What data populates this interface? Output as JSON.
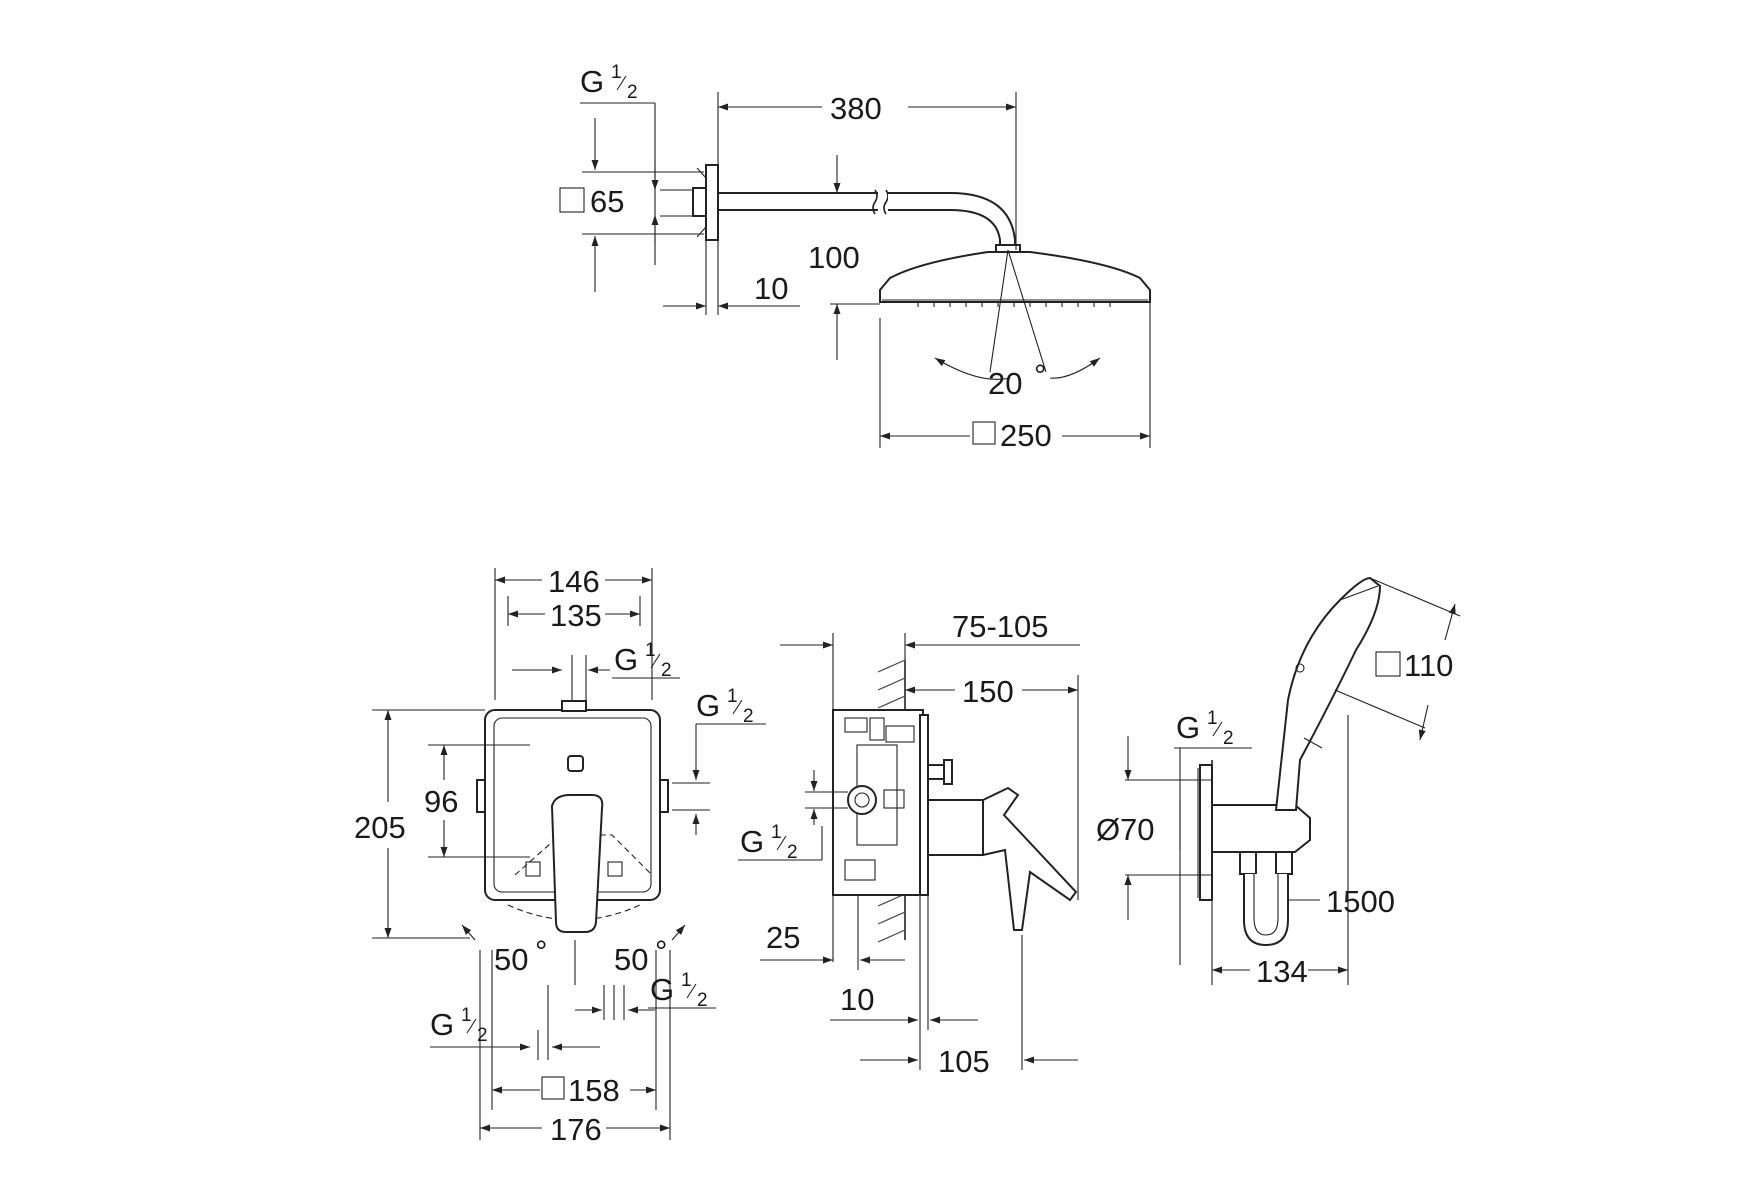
{
  "shower_head": {
    "width_380": "380",
    "thread": "G",
    "thread_frac_num": "1",
    "thread_frac_den": "2",
    "flange_square_symbol": "□",
    "flange_65": "65",
    "drop_100": "100",
    "offset_10": "10",
    "angle_20": "20",
    "degree_sign": "°",
    "head_square_symbol": "□",
    "head_250": "250"
  },
  "mixer_front": {
    "width_146": "146",
    "width_135": "135",
    "top_thread": "G",
    "top_thread_num": "1",
    "top_thread_den": "2",
    "right_thread": "G",
    "right_thread_num": "1",
    "right_thread_den": "2",
    "height_205": "205",
    "height_96": "96",
    "angle_left": "50",
    "angle_right": "50",
    "degree_sign": "°",
    "bottom_right_thread": "G",
    "bottom_right_thread_num": "1",
    "bottom_right_thread_den": "2",
    "bottom_left_thread": "G",
    "bottom_left_thread_num": "1",
    "bottom_left_thread_den": "2",
    "plate_square_symbol": "□",
    "plate_158": "158",
    "width_176": "176"
  },
  "mixer_side": {
    "depth_75_105": "75-105",
    "depth_150": "150",
    "thread": "G",
    "thread_num": "1",
    "thread_den": "2",
    "depth_25": "25",
    "depth_10": "10",
    "depth_105": "105"
  },
  "hand_shower": {
    "head_square_symbol": "□",
    "head_110": "110",
    "thread": "G",
    "thread_num": "1",
    "thread_den": "2",
    "diameter_symbol": "Ø",
    "diameter_70": "70",
    "hose_1500": "1500",
    "width_134": "134"
  }
}
